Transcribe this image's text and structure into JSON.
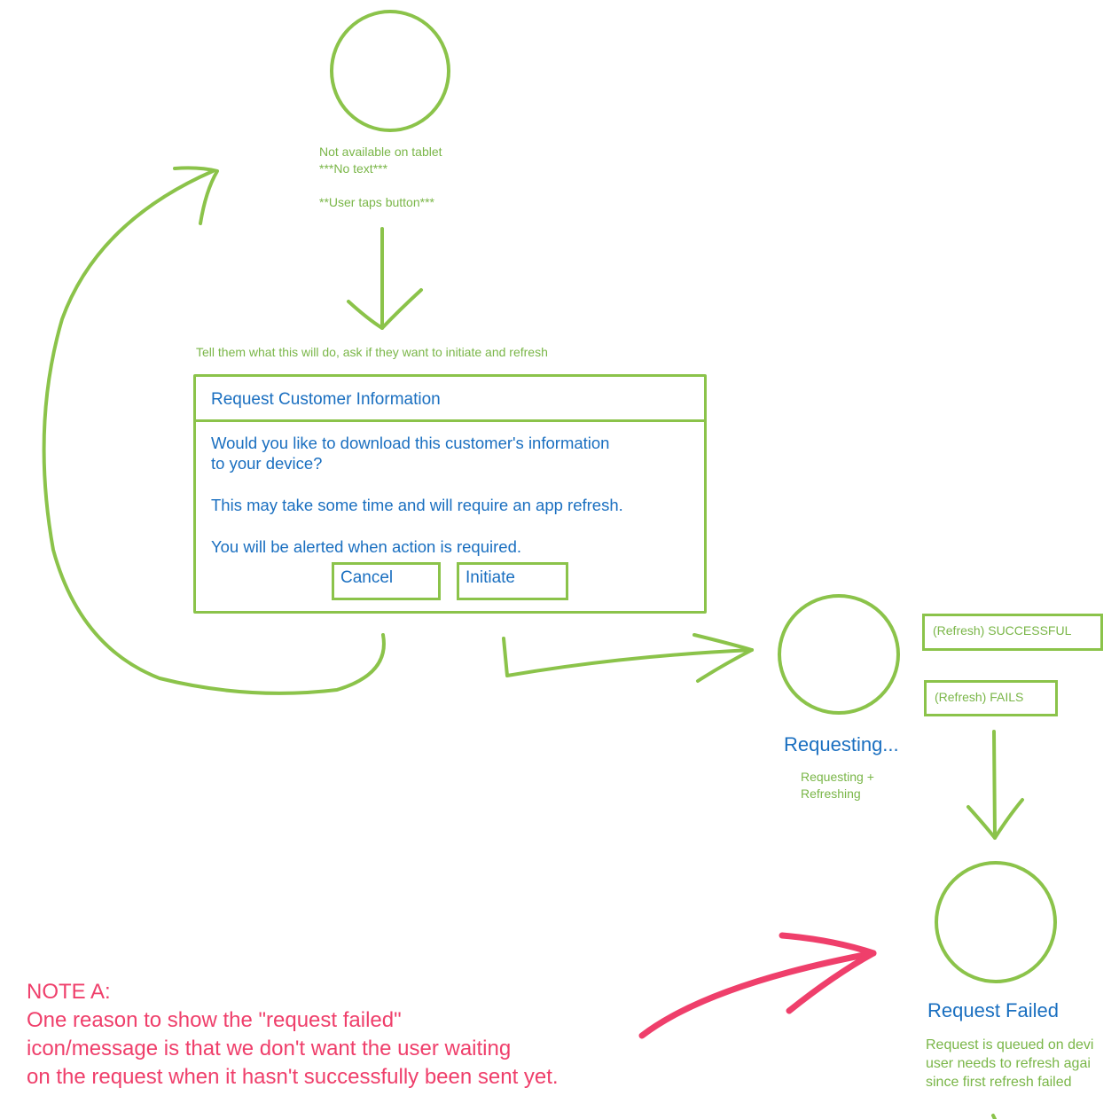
{
  "top_node": {
    "lines": [
      "Not available on tablet",
      "***No text***",
      "",
      "**User taps button***"
    ]
  },
  "dialog_caption": "Tell them what this will do, ask if they want to initiate and refresh",
  "dialog": {
    "title": "Request Customer Information",
    "body_line1": "Would you like to download this customer's information",
    "body_line2": "to your device?",
    "body_line3": "This may take some time and will require an app refresh.",
    "body_line4": "You will be alerted when action is required.",
    "cancel_label": "Cancel",
    "initiate_label": "Initiate"
  },
  "requesting_node": {
    "title": "Requesting...",
    "note_line1": "Requesting +",
    "note_line2": "Refreshing"
  },
  "refresh_successful": "(Refresh) SUCCESSFUL",
  "refresh_fails": "(Refresh) FAILS",
  "failed_node": {
    "title": "Request Failed",
    "note_line1": "Request is queued on devi",
    "note_line2": "user needs to refresh agai",
    "note_line3": "since first refresh failed"
  },
  "note_a": {
    "heading": "NOTE A:",
    "line1": "One reason to show the \"request failed\"",
    "line2": "icon/message is that we don't want the user waiting",
    "line3": "on the request when it hasn't successfully been sent yet."
  },
  "colors": {
    "sketch_green": "#8bc34a",
    "note_green": "#7ab648",
    "text_blue": "#1a6fc0",
    "annotation_pink": "#ef3f6b"
  }
}
